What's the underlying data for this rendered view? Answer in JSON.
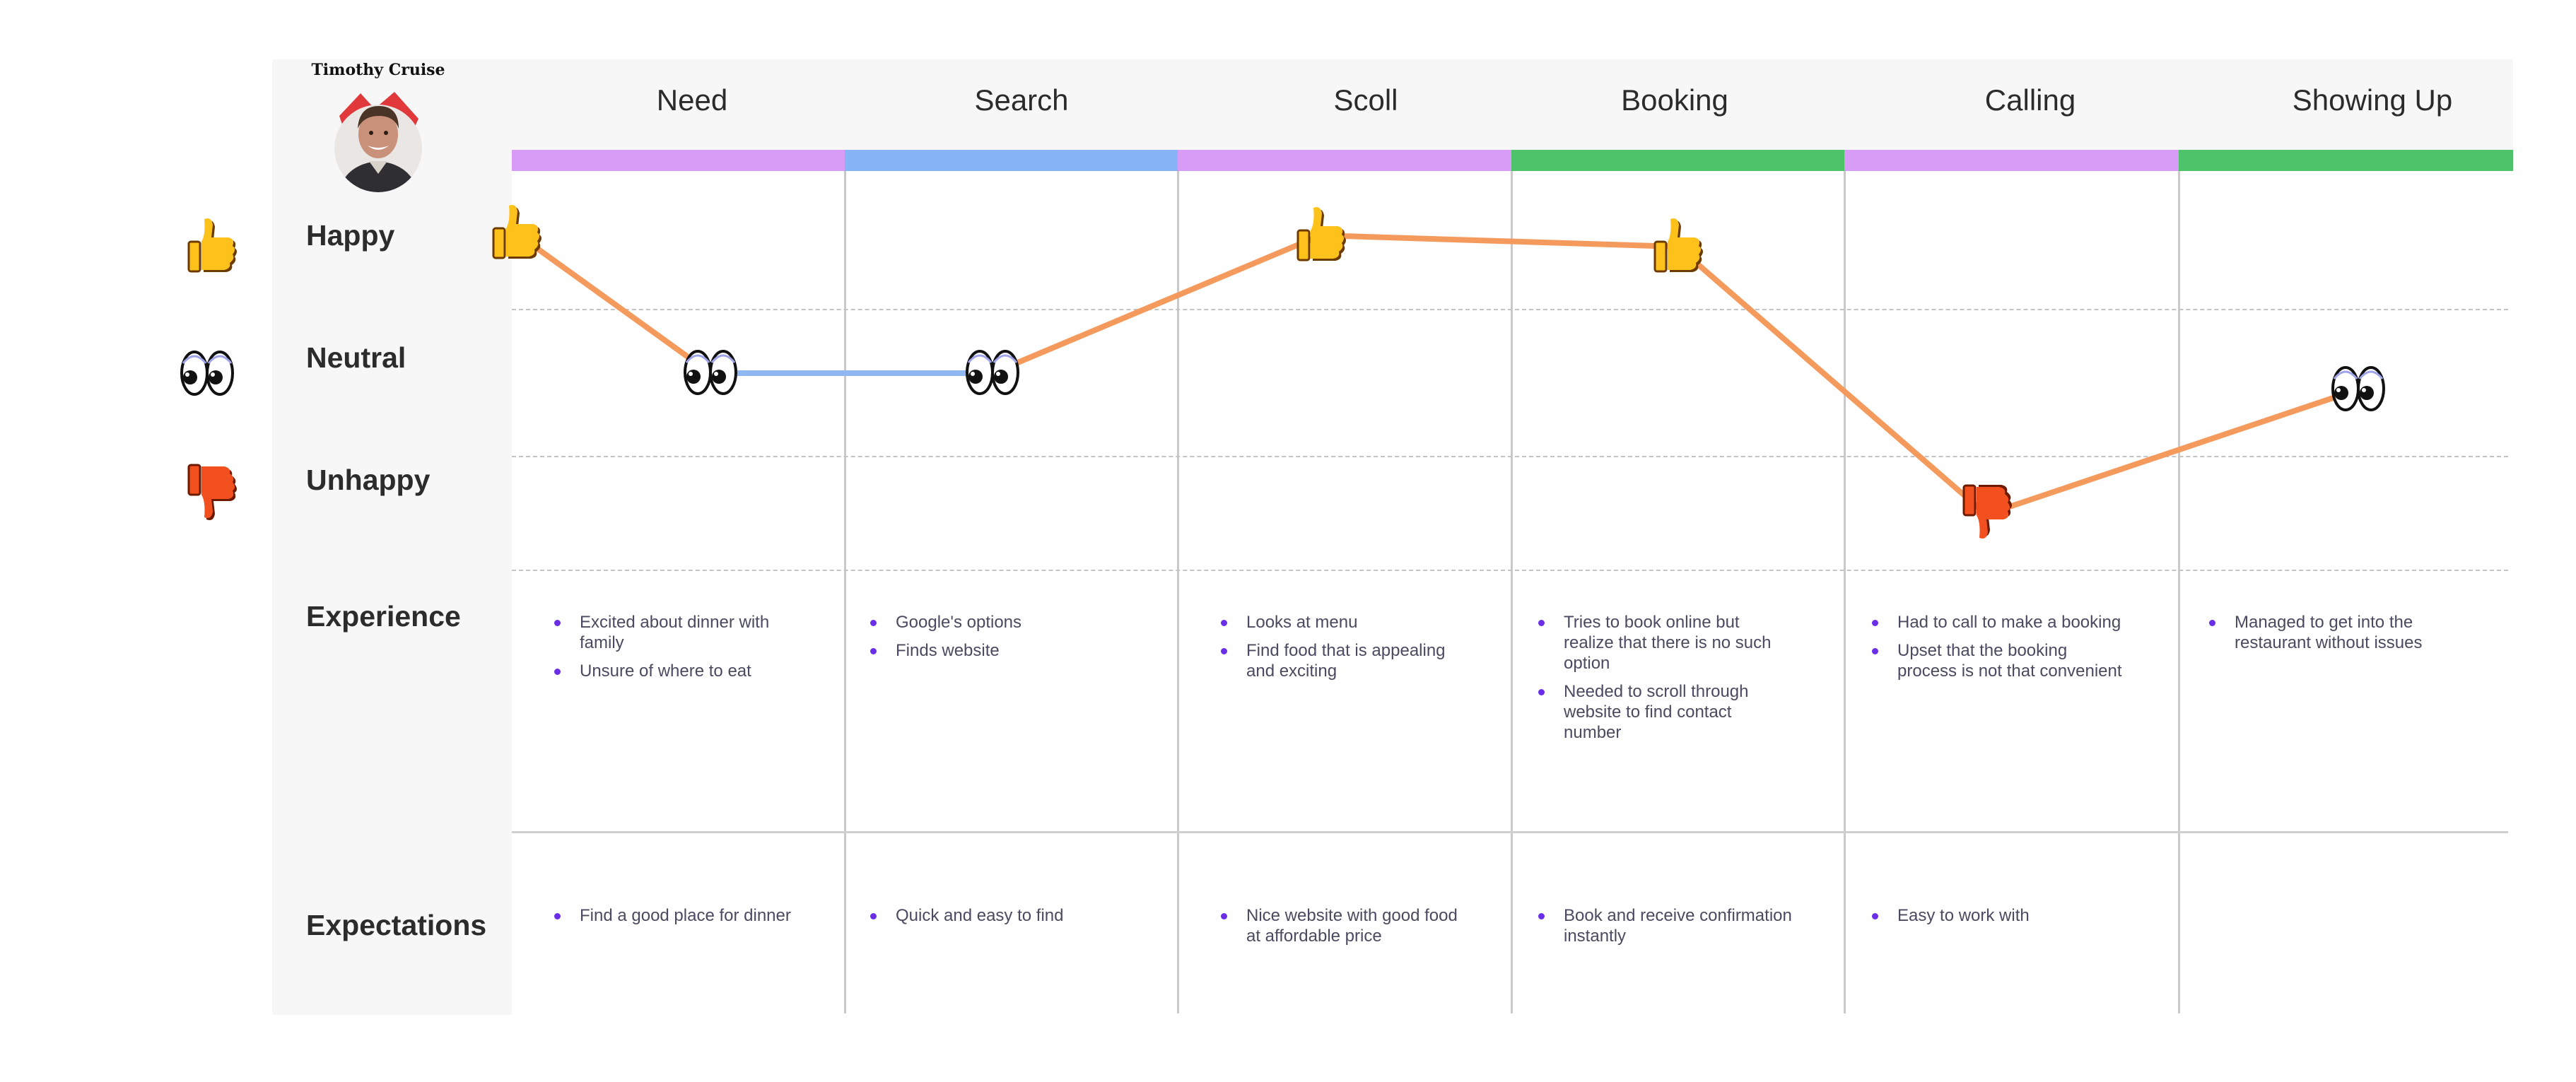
{
  "persona": {
    "name": "Timothy Cruise"
  },
  "stages": [
    {
      "label": "Need",
      "bar_color": "#d79cf5"
    },
    {
      "label": "Search",
      "bar_color": "#86b4f7"
    },
    {
      "label": "Scoll",
      "bar_color": "#d79cf5"
    },
    {
      "label": "Booking",
      "bar_color": "#4ec36a"
    },
    {
      "label": "Calling",
      "bar_color": "#d79cf5"
    },
    {
      "label": "Showing Up",
      "bar_color": "#4ec36a"
    }
  ],
  "rows": {
    "happy": "Happy",
    "neutral": "Neutral",
    "unhappy": "Unhappy",
    "experience": "Experience",
    "expectations": "Expectations"
  },
  "legend_icons": [
    "thumbs-up-icon",
    "eyes-icon",
    "thumbs-down-icon"
  ],
  "emotion_path": [
    {
      "stage": "Need",
      "emotion": "happy",
      "icon": "thumbs-up-icon"
    },
    {
      "stage": "Need",
      "emotion": "neutral",
      "icon": "eyes-icon"
    },
    {
      "stage": "Search",
      "emotion": "neutral",
      "icon": "eyes-icon"
    },
    {
      "stage": "Scoll",
      "emotion": "happy",
      "icon": "thumbs-up-icon"
    },
    {
      "stage": "Booking",
      "emotion": "happy",
      "icon": "thumbs-up-icon"
    },
    {
      "stage": "Calling",
      "emotion": "unhappy",
      "icon": "thumbs-down-icon"
    },
    {
      "stage": "Showing Up",
      "emotion": "neutral",
      "icon": "eyes-icon"
    }
  ],
  "colors": {
    "journey_line": "#f59a5d",
    "neutral_segment": "#8fb8f2",
    "bullet": "#6a2ee8",
    "thumb_yellow": "#fcc21b",
    "thumb_red": "#f2511f"
  },
  "experience": [
    [
      "Excited about dinner with family",
      "Unsure of where to eat"
    ],
    [
      "Google's options",
      "Finds website"
    ],
    [
      "Looks at menu",
      "Find food that is appealing and exciting"
    ],
    [
      "Tries to book online but realize that there is no such option",
      "Needed to scroll through website to find contact number"
    ],
    [
      "Had to call to make a booking",
      "Upset that the booking process is not that convenient"
    ],
    [
      "Managed to get into the restaurant without issues"
    ]
  ],
  "expectations": [
    [
      "Find a good place for dinner"
    ],
    [
      "Quick and easy to find"
    ],
    [
      "Nice website with good food at affordable price"
    ],
    [
      "Book and receive confirmation instantly"
    ],
    [
      "Easy to work with"
    ],
    []
  ]
}
